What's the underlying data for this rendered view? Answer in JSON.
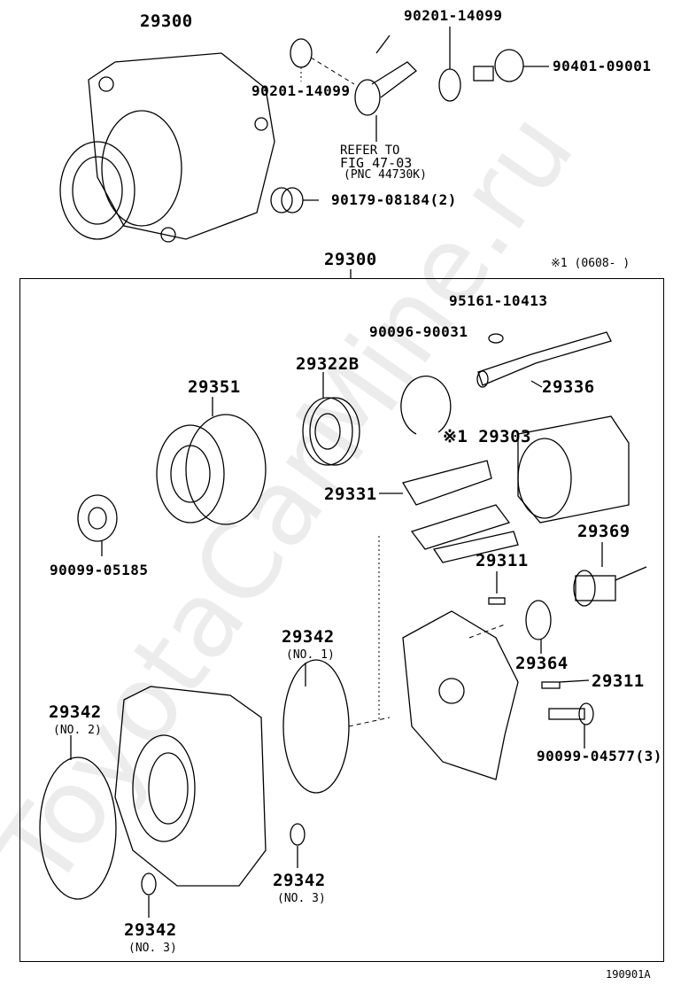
{
  "watermark": "ToyotaCarMine.ru",
  "figure_code": "190901A",
  "note": "※1 (0608-    )",
  "labels": {
    "assy_top": "29300",
    "gasket_left": "90201-14099",
    "gasket_right": "90201-14099",
    "union_bolt": "90401-09001",
    "refer_line1": "REFER TO",
    "refer_line2": "FIG 47-03",
    "refer_line3": "(PNC 44730K)",
    "nut_top": "90179-08184(2)",
    "assy_box": "29300",
    "key": "95161-10413",
    "snap_ring": "90096-90031",
    "bearing": "29322B",
    "gear": "29351",
    "shaft": "29336",
    "rotor": "※1 29303",
    "vane": "29331",
    "check_valve": "29369",
    "nut": "90099-05185",
    "pin_upper": "29311",
    "oring_no1": "29342",
    "oring_no1_sub": "(NO. 1)",
    "oring_no2": "29342",
    "oring_no2_sub": "(NO. 2)",
    "oring_29364": "29364",
    "pin_lower": "29311",
    "bolt": "90099-04577(3)",
    "oring_no3_right": "29342",
    "oring_no3_right_sub": "(NO. 3)",
    "oring_no3_left": "29342",
    "oring_no3_left_sub": "(NO. 3)"
  }
}
